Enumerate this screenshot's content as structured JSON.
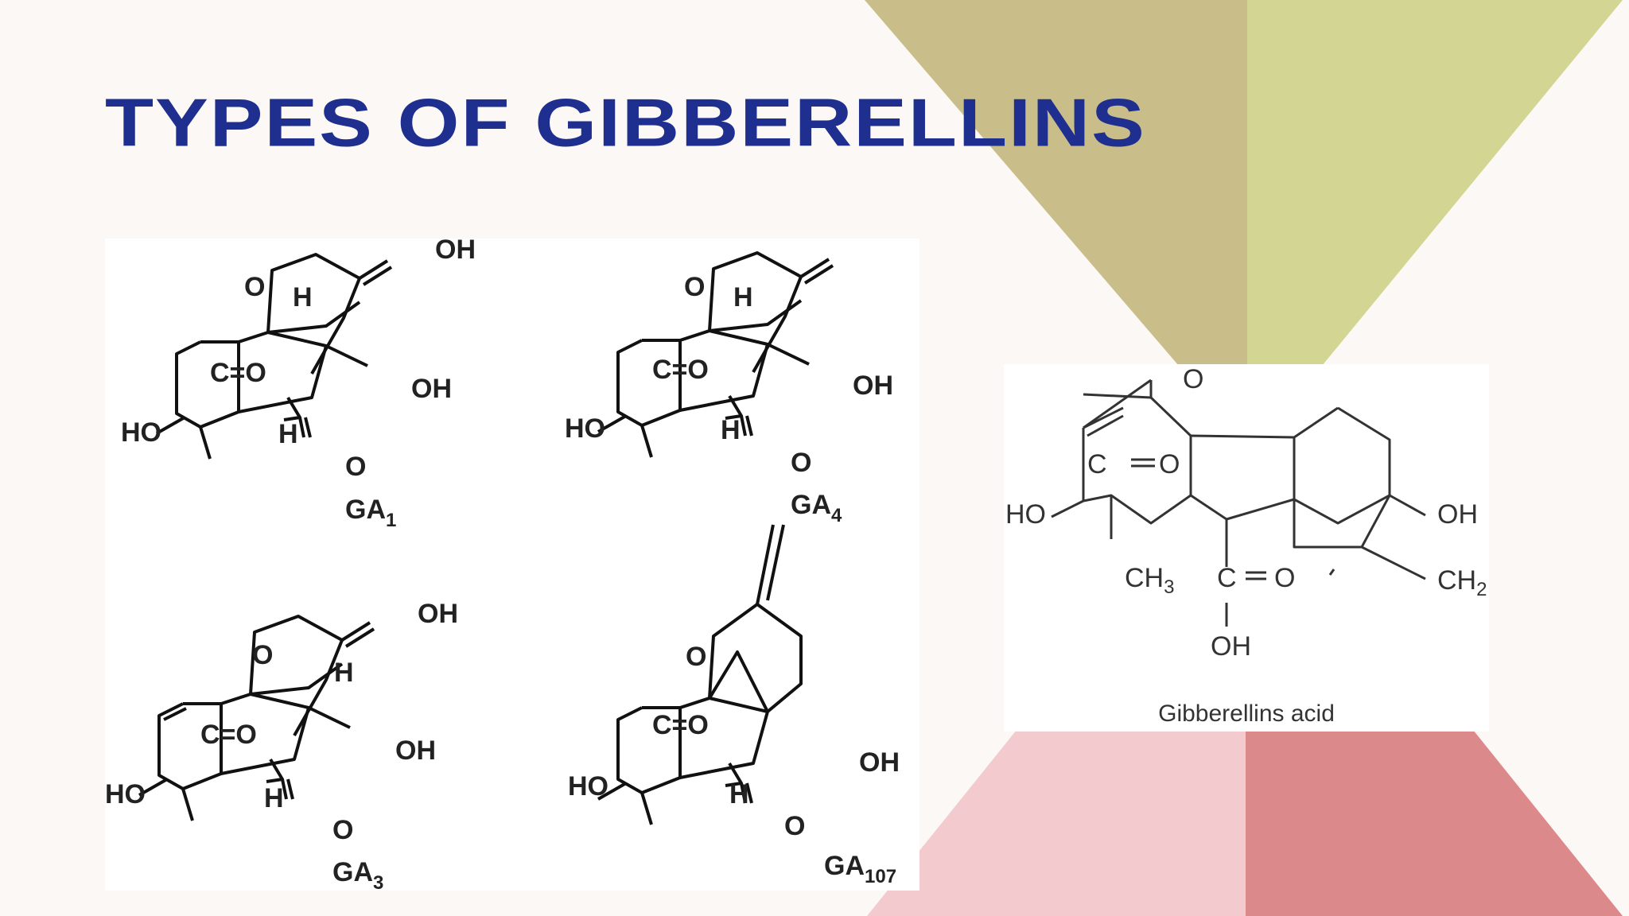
{
  "slide": {
    "title": "TYPES OF GIBBERELLINS",
    "colors": {
      "background": "#fcf8f5",
      "title": "#1f2f8f",
      "olive_triangle": "#c9bd89",
      "green_triangle": "#d3d592",
      "pink_light": "#f3cbcf",
      "pink_dark": "#dc898b"
    }
  },
  "structures_panel": {
    "ga1": {
      "name": "GA",
      "sub": "1",
      "oh_top": "OH",
      "oxygen": "O",
      "h_top": "H",
      "lactone": "C=O",
      "oh_acid": "OH",
      "ho": "HO",
      "h_bottom": "H",
      "carbonyl": "O"
    },
    "ga4": {
      "name": "GA",
      "sub": "4",
      "oxygen": "O",
      "h_top": "H",
      "lactone": "C=O",
      "oh_acid": "OH",
      "ho": "HO",
      "h_bottom": "H",
      "carbonyl": "O"
    },
    "ga3": {
      "name": "GA",
      "sub": "3",
      "oh_top": "OH",
      "oxygen": "O",
      "h_top": "H",
      "lactone": "C=O",
      "oh_acid": "OH",
      "ho": "HO",
      "h_bottom": "H",
      "carbonyl": "O"
    },
    "ga107": {
      "name": "GA",
      "sub": "107",
      "oxygen": "O",
      "lactone": "C=O",
      "oh_acid": "OH",
      "ho": "HO",
      "h_bottom": "H",
      "carbonyl": "O"
    }
  },
  "gibberellic_panel": {
    "oxygen": "O",
    "lactone_c": "C",
    "lactone_o": "O",
    "ho": "HO",
    "oh_right": "OH",
    "ch3": "CH",
    "ch3_sub": "3",
    "acid_c": "C",
    "acid_o": "O",
    "acid_oh": "OH",
    "ch2": "CH",
    "ch2_sub": "2",
    "caption": "Gibberellins acid"
  }
}
